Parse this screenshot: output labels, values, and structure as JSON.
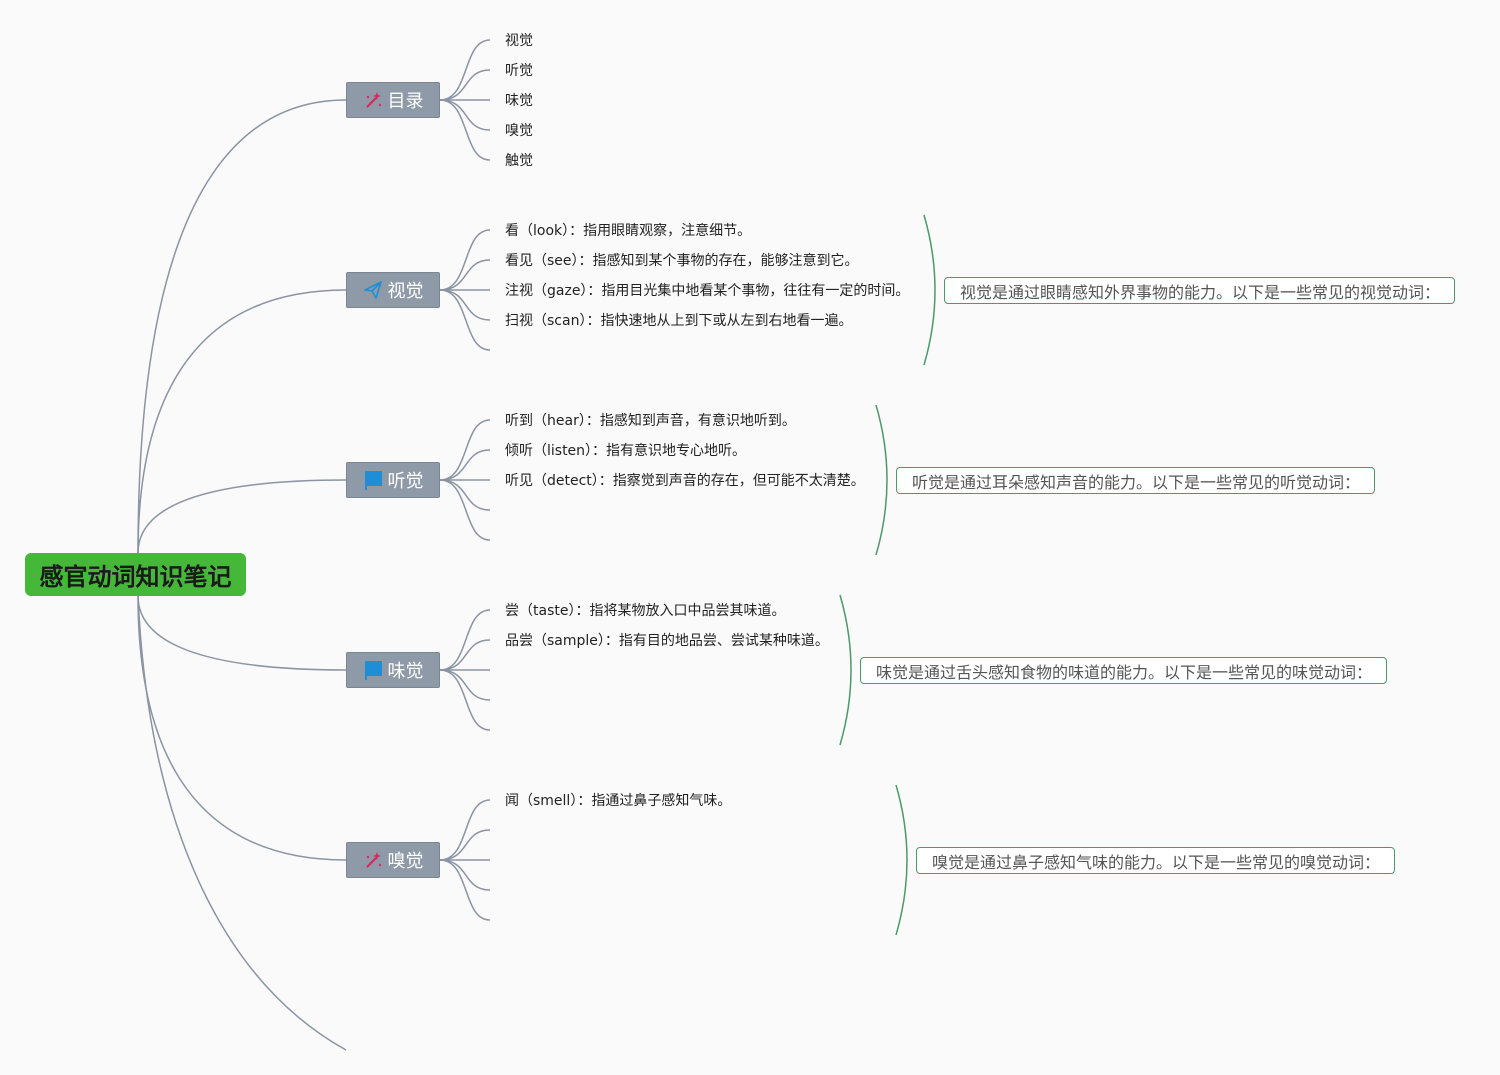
{
  "root": {
    "title": "感官动词知识笔记"
  },
  "branches": [
    {
      "label": "目录",
      "icon": "magic-wand-icon",
      "leaves": [
        "视觉",
        "听觉",
        "味觉",
        "嗅觉",
        "触觉"
      ],
      "summary": ""
    },
    {
      "label": "视觉",
      "icon": "paper-plane-icon",
      "leaves": [
        "看（look）：指用眼睛观察，注意细节。",
        "看见（see）：指感知到某个事物的存在，能够注意到它。",
        "注视（gaze）：指用目光集中地看某个事物，往往有一定的时间。",
        "扫视（scan）：指快速地从上到下或从左到右地看一遍。"
      ],
      "summary": "视觉是通过眼睛感知外界事物的能力。以下是一些常见的视觉动词："
    },
    {
      "label": "听觉",
      "icon": "flag-icon",
      "leaves": [
        "听到（hear）：指感知到声音，有意识地听到。",
        "倾听（listen）：指有意识地专心地听。",
        "听见（detect）：指察觉到声音的存在，但可能不太清楚。"
      ],
      "summary": "听觉是通过耳朵感知声音的能力。以下是一些常见的听觉动词："
    },
    {
      "label": "味觉",
      "icon": "flag-icon",
      "leaves": [
        "尝（taste）：指将某物放入口中品尝其味道。",
        "品尝（sample）：指有目的地品尝、尝试某种味道。"
      ],
      "summary": "味觉是通过舌头感知食物的味道的能力。以下是一些常见的味觉动词："
    },
    {
      "label": "嗅觉",
      "icon": "magic-wand-icon",
      "leaves": [
        "闻（smell）：指通过鼻子感知气味。"
      ],
      "summary": "嗅觉是通过鼻子感知气味的能力。以下是一些常见的嗅觉动词："
    }
  ],
  "colors": {
    "root_fill": "#45b83a",
    "branch_fill": "#8e9aa7",
    "connector": "#8a94a3",
    "summary_border": "#4a9a6a",
    "icon_pink": "#e0245e",
    "icon_blue": "#1e8fd6"
  }
}
